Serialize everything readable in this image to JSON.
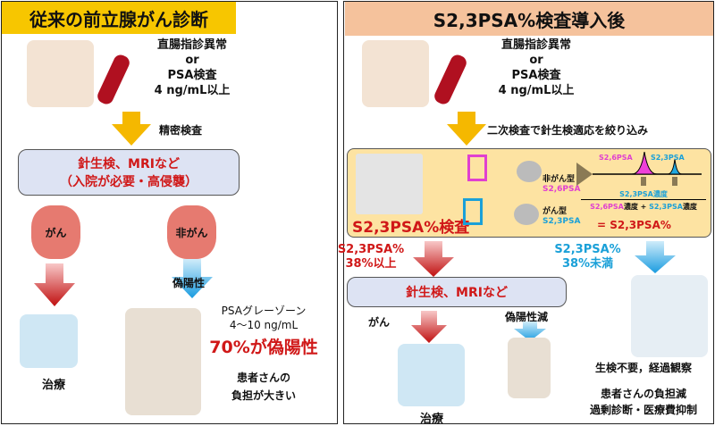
{
  "left": {
    "title": "従来の前立腺がん診断",
    "criteria": [
      "直腸指診異常",
      "or",
      "PSA検査",
      "4 ng/mL以上"
    ],
    "arrow_label": "精密検査",
    "exam_box": [
      "針生検、MRIなど",
      "（入院が必要・高侵襲）"
    ],
    "cancer_label": "がん",
    "noncancer_label": "非がん",
    "false_positive": "偽陽性",
    "treatment": "治療",
    "grayzone": [
      "PSAグレーゾーン",
      "4～10 ng/mL"
    ],
    "false_positive_rate": "70%が偽陽性",
    "burden": [
      "患者さんの",
      "負担が大きい"
    ]
  },
  "right": {
    "title": "S2,3PSA%検査導入後",
    "criteria": [
      "直腸指診異常",
      "or",
      "PSA検査",
      "4 ng/mL以上"
    ],
    "arrow_label": "二次検査で針生検適応を絞り込み",
    "test_label": "S2,3PSA%検査",
    "noncancer_type": [
      "非がん型",
      "S2,6PSA"
    ],
    "cancer_type": [
      "がん型",
      "S2,3PSA"
    ],
    "peak_labels": [
      "S2,6PSA",
      "S2,3PSA"
    ],
    "formula_num": "S2,3PSA濃度",
    "formula_den": [
      "S2,6PSA",
      "濃度 + ",
      "S2,3PSA",
      "濃度"
    ],
    "formula_result": "= S2,3PSA%",
    "high": [
      "S2,3PSA%",
      "38%以上"
    ],
    "low": [
      "S2,3PSA%",
      "38%未満"
    ],
    "exam_box": "針生検、MRIなど",
    "cancer_label": "がん",
    "fp_reduced": "偽陽性減",
    "treatment": "治療",
    "no_biopsy": "生検不要，経過観察",
    "benefits": [
      "患者さんの負担減",
      "過剰診断・医療費抑制"
    ]
  },
  "colors": {
    "left_title": "#f7c600",
    "right_title": "#f5c29c",
    "red": "#d01818",
    "blue": "#1aa0d8"
  }
}
